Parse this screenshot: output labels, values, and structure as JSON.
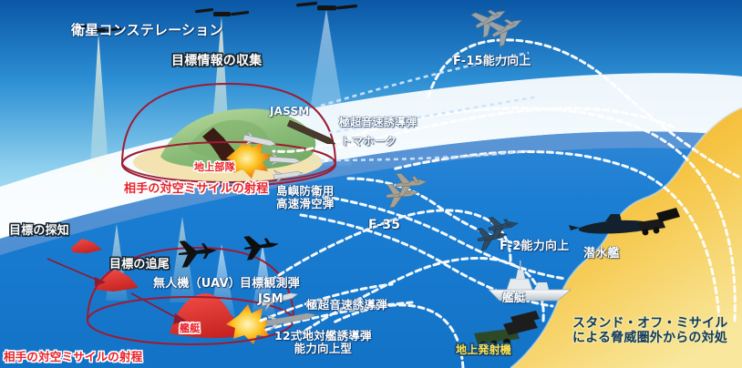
{
  "diagram": {
    "title": "スタンド・オフ・ミサイルによる脅威圏外からの対処",
    "colors": {
      "sky_top": "#0b5fae",
      "sky_mid": "#5fc0ef",
      "sky_haze": "#ffffff",
      "ocean": "#1679cf",
      "ocean_far": "#7f9cd0",
      "land_sand": "#f5b32a",
      "land_sand_light": "#f7e08a",
      "range_dome": "#9e1b32",
      "red_target": "#e8232b",
      "trajectory": "#ffffff",
      "island_green": "#9fc98a",
      "island_beach": "#f2e3b0",
      "explosion": "#f7a21a"
    }
  },
  "labels": {
    "satellite_constellation": "衛星コンステレーション",
    "target_info_collection": "目標情報の収集",
    "jassm": "JASSM",
    "hypersonic_missile_upper": "極超音速誘導弾",
    "tomahawk": "トマホーク",
    "f15_capability": "F-15能力向上",
    "ground_troops": "地上部隊",
    "enemy_sam_range_upper": "相手の対空ミサイルの射程",
    "island_defense_glide": "島嶼防衛用\n高速滑空弾",
    "f35": "F-35",
    "f2_capability": "F-2能力向上",
    "submarine": "潜水艦",
    "target_detection": "目標の探知",
    "target_tracking": "目標の追尾",
    "uav": "無人機（UAV）",
    "target_observation_round": "目標観測弾",
    "jsm": "JSM",
    "hypersonic_missile_lower": "極超音速誘導弾",
    "enemy_vessel": "艦艇",
    "friendly_vessel": "艦艇",
    "type12_ssm": "12式地対艦誘導弾\n能力向上型",
    "ground_launcher": "地上発射機",
    "enemy_sam_range_lower": "相手の対空ミサイルの射程",
    "standoff_headline": "スタンド・オフ・ミサイル\nによる脅威圏外からの対処"
  },
  "icons": {
    "satellite": "satellite-icon",
    "jet_f15": "fighter-jet-f15-icon",
    "jet_f35": "fighter-jet-f35-icon",
    "jet_f2": "fighter-jet-f2-icon",
    "uav": "uav-drone-icon",
    "submarine": "submarine-icon",
    "destroyer": "destroyer-ship-icon",
    "launcher": "ground-launcher-icon",
    "missile": "missile-icon",
    "explosion": "explosion-icon",
    "enemy_ship": "enemy-ship-icon",
    "arrow": "arrow-icon"
  }
}
